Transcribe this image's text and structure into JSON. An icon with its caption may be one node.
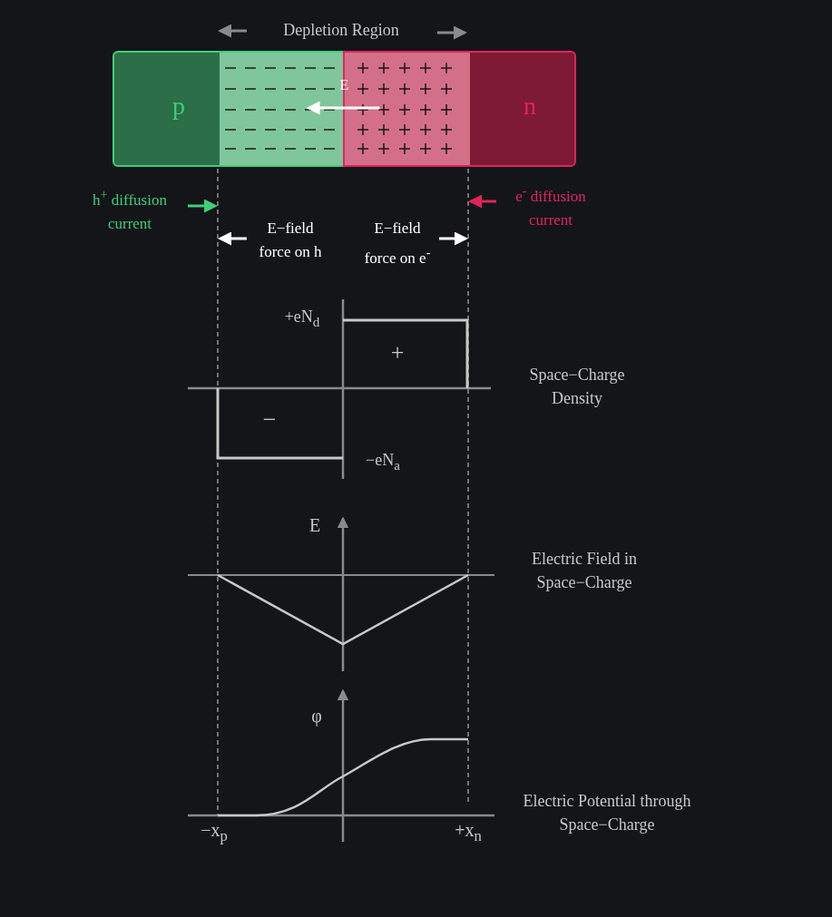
{
  "diagram": {
    "nodes": [
      {
        "text": [
          "p"
        ]
      },
      {
        "text": [],
        "shape": "box",
        "in": 0
      },
      {
        "text": [
          "n"
        ]
      },
      {
        "text": [],
        "shape": "box",
        "in": 2
      }
    ],
    "edges": [
      {
        "from": 3,
        "to": 1,
        "arrow": "to",
        "label": "E"
      }
    ],
    "labels": [
      "Depletion Region",
      "h$^{+}$ diffusion current",
      "e$^{-}$ diffusion current",
      "E−field force on h",
      "E−field force on e$^{-}$",
      "+eN$_{d}$",
      "+",
      "Space−Charge Density",
      "−",
      "−eN$_{a}$",
      "E",
      "Electric Field in Space−Charge",
      "φ",
      "Electric Potential through Space−Charge",
      "−x$_{p}$",
      "+x$_{n}$"
    ]
  }
}
